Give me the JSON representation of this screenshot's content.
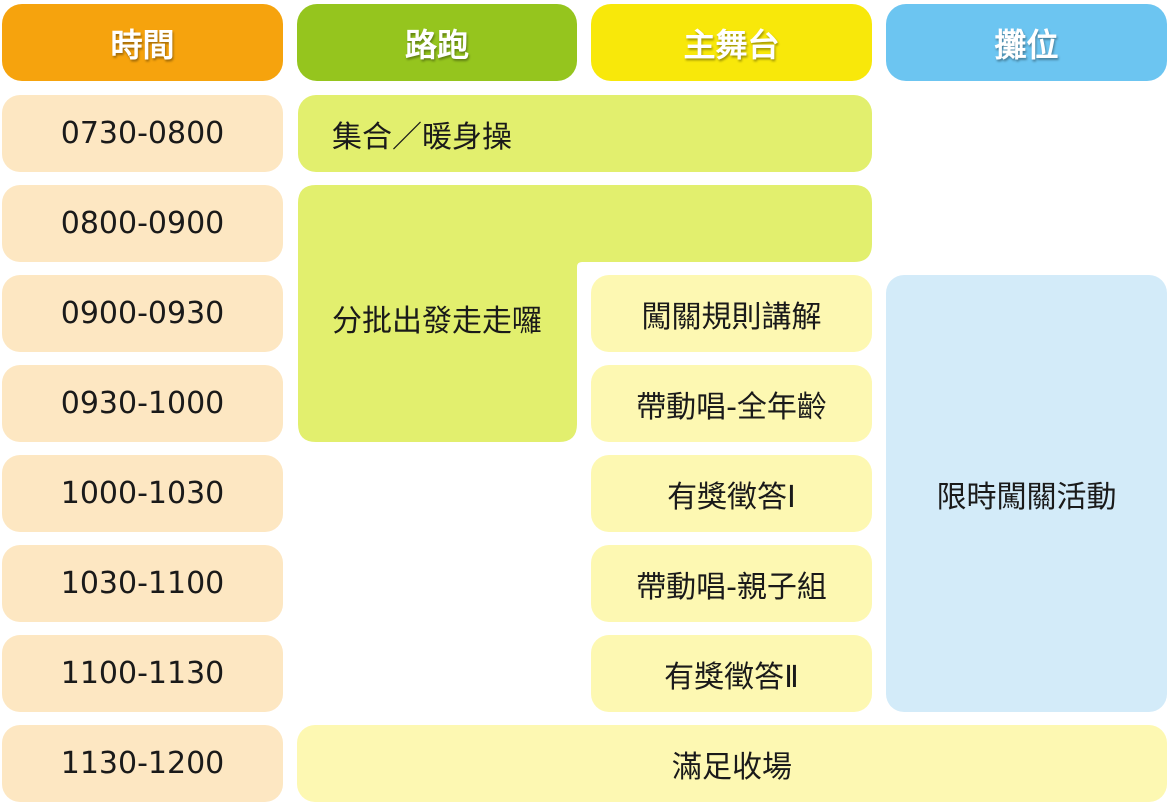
{
  "headers": {
    "time": "時間",
    "run": "路跑",
    "stage": "主舞台",
    "booth": "攤位"
  },
  "colors": {
    "time_header": "#f6a30d",
    "run_header": "#95c51e",
    "stage_header": "#f8e80a",
    "booth_header": "#6cc5f1",
    "time_cell": "#fde7c2",
    "run_cell": "#e2ef6e",
    "stage_cell": "#fdf8b2",
    "booth_cell": "#d3ebf9"
  },
  "times": [
    "0730-0800",
    "0800-0900",
    "0900-0930",
    "0930-1000",
    "1000-1030",
    "1030-1100",
    "1100-1130",
    "1130-1200"
  ],
  "run": {
    "warmup": "集合／暖身操",
    "walk": "分批出發走走囉"
  },
  "stage": {
    "rules": "闖關規則講解",
    "sing_all": "帶動唱-全年齡",
    "quiz1": "有獎徵答Ⅰ",
    "sing_family": "帶動唱-親子組",
    "quiz2": "有獎徵答Ⅱ"
  },
  "booth": {
    "challenge": "限時闖關活動"
  },
  "finale": "滿足收場"
}
